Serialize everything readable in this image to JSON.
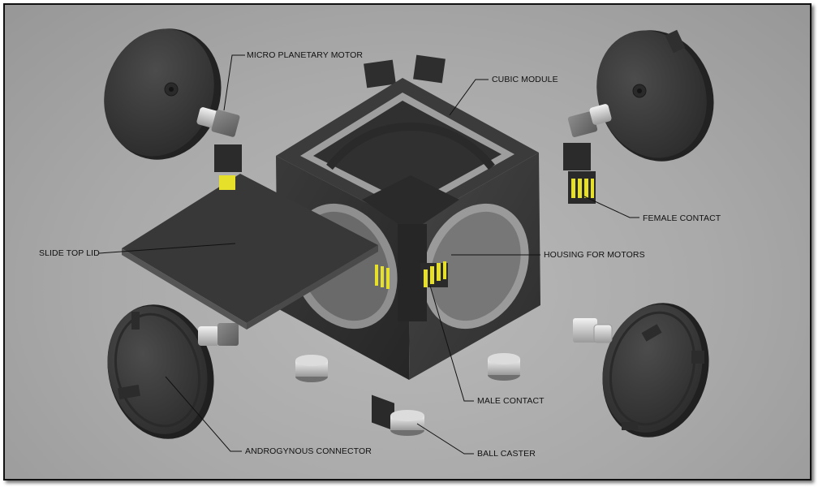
{
  "labels": {
    "micro_planetary_motor": "MICRO PLANETARY MOTOR",
    "cubic_module": "CUBIC MODULE",
    "female_contact": "FEMALE CONTACT",
    "slide_top_lid": "SLIDE TOP LID",
    "housing_for_motors": "HOUSING FOR MOTORS",
    "male_contact": "MALE CONTACT",
    "androgynous_connector": "ANDROGYNOUS CONNECTOR",
    "ball_caster": "BALL CASTER"
  },
  "colors": {
    "background": "#a9a9a9",
    "part_dark": "#3a3a3a",
    "contact_yellow": "#e6e02a",
    "motor_silver": "#d8d8d8"
  }
}
